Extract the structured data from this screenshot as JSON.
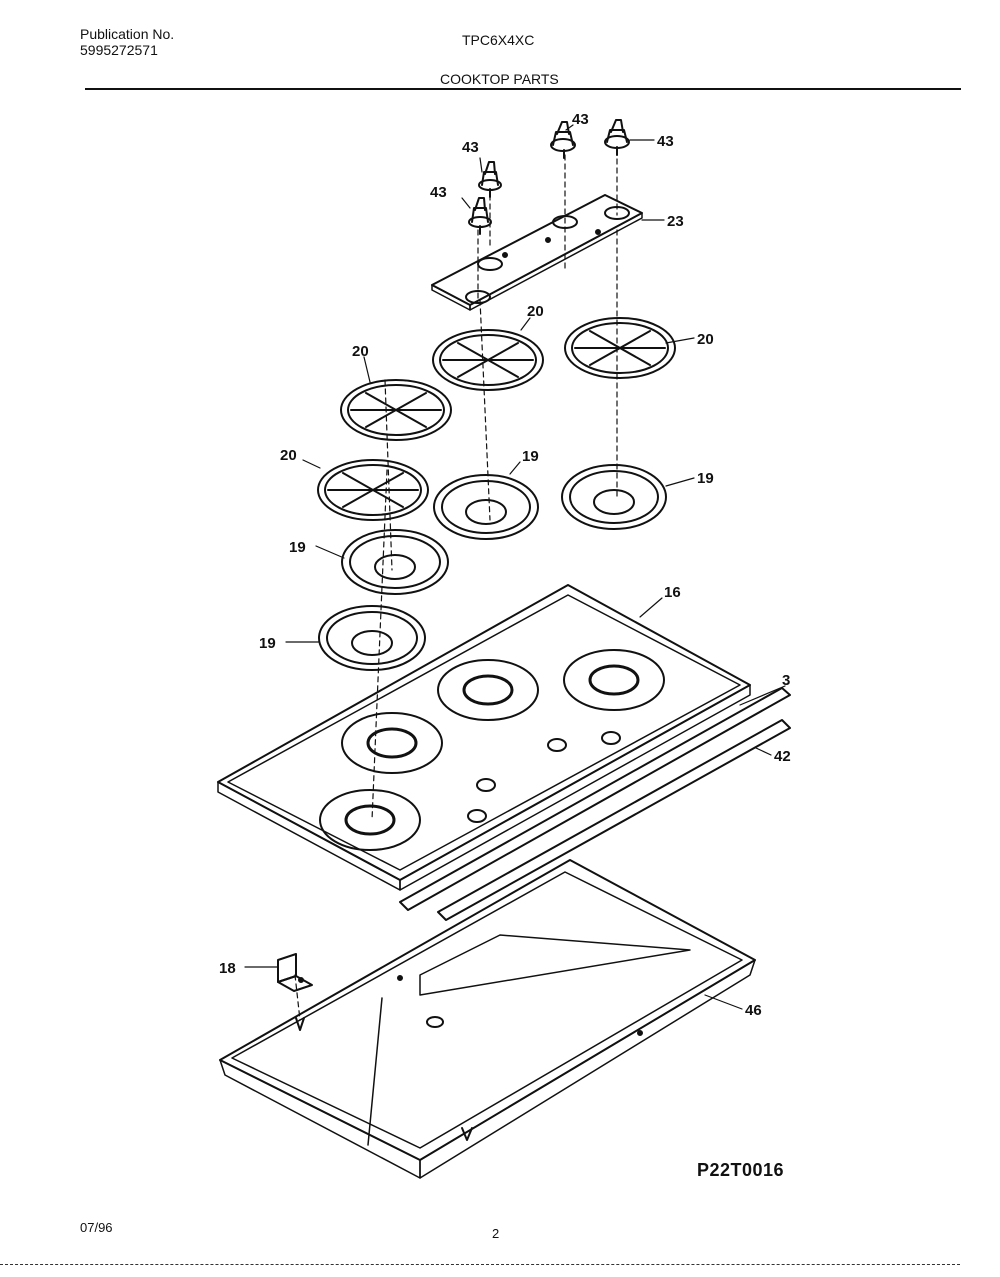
{
  "header": {
    "publication_label": "Publication No.",
    "publication_number": "5995272571",
    "model": "TPC6X4XC",
    "section_title": "COOKTOP PARTS"
  },
  "callouts": {
    "knob_a": "43",
    "knob_b": "43",
    "knob_c": "43",
    "knob_d": "43",
    "panel": "23",
    "grate_a": "20",
    "grate_b": "20",
    "grate_c": "20",
    "grate_d": "20",
    "bowl_a": "19",
    "bowl_b": "19",
    "bowl_c": "19",
    "bowl_d": "19",
    "cooktop": "16",
    "strip_a": "3",
    "strip_b": "42",
    "bracket": "18",
    "burner_box": "46"
  },
  "diagram_code": "P22T0016",
  "footer": {
    "date": "07/96",
    "page": "2"
  }
}
